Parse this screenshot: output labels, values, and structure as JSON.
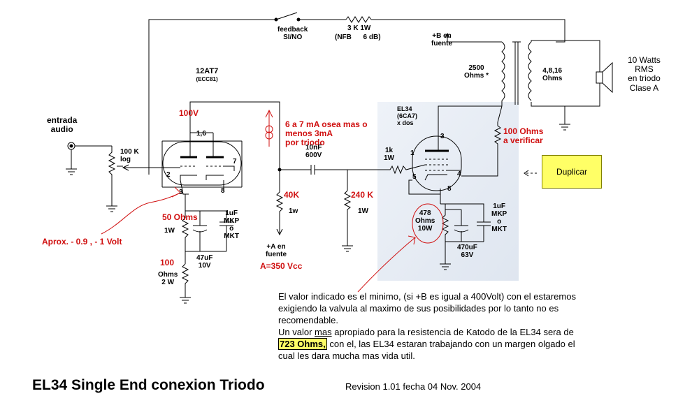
{
  "title": "EL34 Single End conexion Triodo",
  "revision": "Revision 1.01  fecha 04 Nov. 2004",
  "feedback_switch": "feedback\nSI/NO",
  "nfb_resistor": "3 K 1W",
  "nfb_note": "(NFB      6 dB)",
  "b_plus_label": "+B en\nfuente",
  "primary_impedance": "2500\nOhms *",
  "secondary_impedance": "4,8,16\nOhms",
  "speaker_label": "10 Watts\nRMS\nen triodo\nClase A",
  "tube1_name": "12AT7",
  "tube1_alt": "(ECC81)",
  "tube1_voltage": "100V",
  "tube1_pins": {
    "p16": "1,6",
    "p2": "2",
    "p3": "3",
    "p7": "7",
    "p8": "8"
  },
  "input_label": "entrada\naudio",
  "pot_label": "100 K\nlog",
  "current_note": "6 a 7 mA osea mas o\nmenos 3mA\npor triodo",
  "coupling_cap": "10nF\n600V",
  "r_grid_stopper": "1k\n1W",
  "tube2_name": "EL34\n(6CA7)\nx dos",
  "tube2_pins": {
    "p1": "1",
    "p3": "3",
    "p4": "4",
    "p5": "5",
    "p8": "8"
  },
  "r_g2": "100 Ohms\na verificar",
  "duplicate_button": "Duplicar",
  "arrow_dots": "- - - - -",
  "r_plate": "40K",
  "r_plate_power": "1w",
  "a_plus_label": "+A en\nfuente",
  "a_plus_voltage": "A=350 Vcc",
  "r_grid_leak": "240 K",
  "r_grid_leak_power": "1W",
  "r_cathode1": "50 Ohms",
  "r_cathode1_power": "1W",
  "cap1_bypass": "1uF\nMKP\no\nMKT",
  "cap1_electro": "47uF\n10V",
  "r_100": "100",
  "r_100_detail": "Ohms\n2 W",
  "bias_note": "Aprox.  - 0.9 , - 1 Volt",
  "r_cathode2": "478\nOhms\n10W",
  "cap2_bypass": "1uF\nMKP\no\nMKT",
  "cap2_electro": "470uF\n63V",
  "note_line1": "El valor indicado es el minimo, (si +B es igual a 400Volt) con el estaremos exigiendo la valvula al maximo de sus posibilidades por lo tanto no es recomendable.",
  "note_line2_a": "Un valor",
  "note_line2_b": "mas",
  "note_line2_c": "apropiado para la resistencia de Katodo de la EL34 sera de",
  "note_highlight": "723 Ohms,",
  "note_line2_d": "con el, las EL34 estaran trabajando con un margen olgado el cual les dara mucha mas vida util."
}
